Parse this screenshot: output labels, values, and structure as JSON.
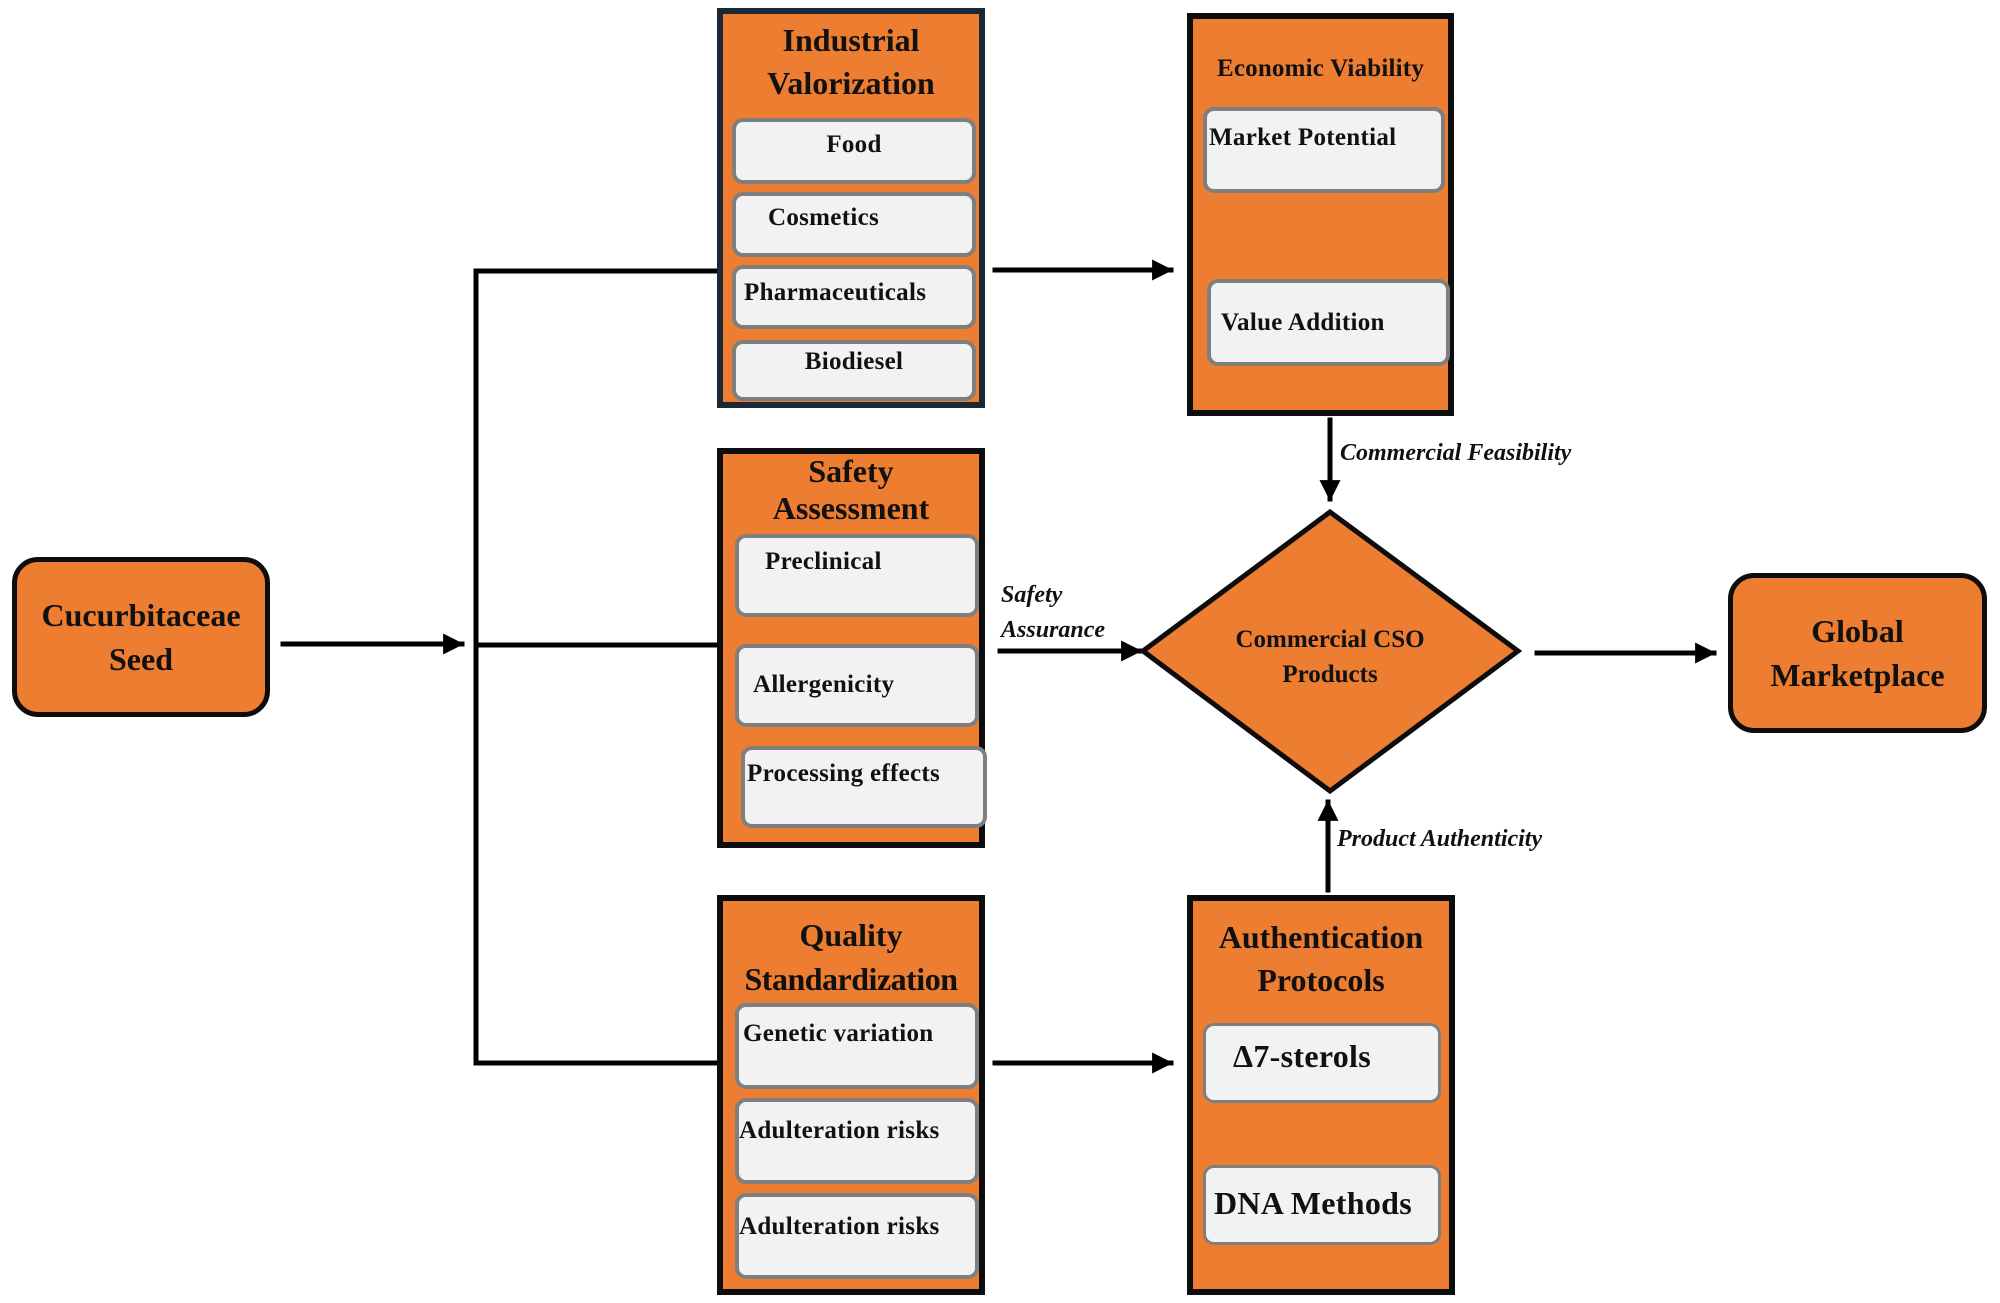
{
  "colors": {
    "node_fill": "#ed7d31",
    "node_border": "#0d0d0d",
    "industrial_border": "#1b2838",
    "item_fill": "#f2f2f2",
    "item_border": "#7f7f7f",
    "connector": "#000000"
  },
  "source": {
    "lines": [
      "Cucurbitaceae",
      "Seed"
    ]
  },
  "industrial": {
    "title": [
      "Industrial",
      "Valorization"
    ],
    "items": [
      "Food",
      "Cosmetics",
      "Pharmaceuticals",
      "Biodiesel"
    ]
  },
  "safety": {
    "title": [
      "Safety",
      "Assessment"
    ],
    "items": [
      "Preclinical",
      "Allergenicity",
      "Processing effects"
    ]
  },
  "quality": {
    "title": [
      "Quality",
      "Standardization"
    ],
    "items": [
      "Genetic variation",
      "Adulteration risks",
      "Adulteration risks"
    ]
  },
  "economic": {
    "title": "Economic Viability",
    "items": [
      "Market Potential",
      "Value Addition"
    ]
  },
  "authentication": {
    "title": [
      "Authentication",
      "Protocols"
    ],
    "items": [
      "Δ7-sterols",
      "DNA Methods"
    ]
  },
  "decision": {
    "lines": [
      "Commercial CSO",
      "Products"
    ]
  },
  "target": {
    "lines": [
      "Global",
      "Marketplace"
    ]
  },
  "edge_labels": {
    "safety_assurance": [
      "Safety",
      "Assurance"
    ],
    "commercial_feasibility": "Commercial Feasibility",
    "product_authenticity": "Product Authenticity"
  }
}
